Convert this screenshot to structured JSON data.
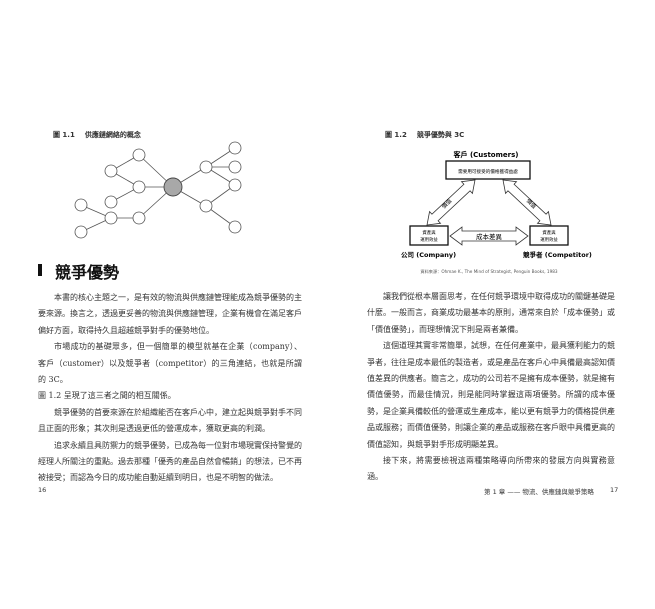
{
  "left_page": {
    "figure": {
      "number": "圖 1.1",
      "caption": "供應鏈網絡的概念"
    },
    "heading": "競爭優勢",
    "paragraphs": [
      {
        "text": "本書的核心主題之一，是有效的物流與供應鏈管理能成為競爭優勢的主要來源。換言之，透過更妥善的物流與供應鏈管理，企業有機會在滿足客戶偏好方面，取得持久且超越競爭對手的優勢地位。",
        "indent": true
      },
      {
        "text": "市場成功的基礎眾多，但一個簡單的模型就基在企業（company）、客戶（customer）以及競爭者（competitor）的三角連結，也就是所謂的 3C。",
        "indent": true
      },
      {
        "text": "圖 1.2 呈現了這三者之間的相互關係。",
        "indent": false
      },
      {
        "text": "競爭優勢的首要來源在於組織能否在客戶心中，建立起與競爭對手不同且正面的形象；其次則是透過更低的營運成本，獲取更高的利潤。",
        "indent": true
      },
      {
        "text": "追求永續且具防禦力的競爭優勢，已成為每一位對市場現實保持警覺的經理人所關注的重點。過去那種「優秀的產品自然會暢銷」的想法，已不再被接受；而認為今日的成功能自動延續到明日，也是不明智的做法。",
        "indent": true
      }
    ],
    "page_number": "16"
  },
  "right_page": {
    "figure": {
      "number": "圖 1.2",
      "caption": "競爭優勢與 3C",
      "customers_label": "客戶 (Customers)",
      "customers_box": "需要用可接受的價格獲得益處",
      "company_label": "公司 (Company)",
      "company_box": [
        "資產與",
        "運用效益"
      ],
      "competitor_label": "競爭者 (Competitor)",
      "competitor_box": [
        "資產與",
        "運用效益"
      ],
      "left_arrow_label": "價值",
      "right_arrow_label": "價值",
      "center_arrow_label": "成本差異",
      "source": "資料來源：Ohmae K., The Mind of Strategist, Penguin Books, 1983"
    },
    "paragraphs": [
      {
        "text": "讓我們從根本層面思考，在任何競爭環境中取得成功的關鍵基礎是什麼。一般而言，商業成功最基本的原則，通常來自於「成本優勢」或「價值優勢」，而理想情況下則是兩者兼備。",
        "indent": true
      },
      {
        "text": "這個道理其實非常簡單，試想，在任何產業中，最具獲利能力的競爭者，往往是成本最低的製造者，或是產品在客戶心中具備最高認知價值差異的供應者。簡言之，成功的公司若不是擁有成本優勢，就是擁有價值優勢，而最佳情況，則是能同時掌握這兩項優勢。所謂的成本優勢，是企業具備較低的營運或生產成本，能以更有競爭力的價格提供產品或服務；而價值優勢，則讓企業的產品或服務在客戶眼中具備更高的價值認知，與競爭對手形成明顯差異。",
        "indent": true
      },
      {
        "text": "接下來，將需要檢視這兩種策略導向所帶來的發展方向與實務意涵。",
        "indent": true
      }
    ],
    "footer_chapter": "第 1 章 —— 物流、供應鏈與競爭策略",
    "page_number": "17"
  },
  "colors": {
    "hub_node": "#a8a8a8",
    "text": "#333333"
  }
}
